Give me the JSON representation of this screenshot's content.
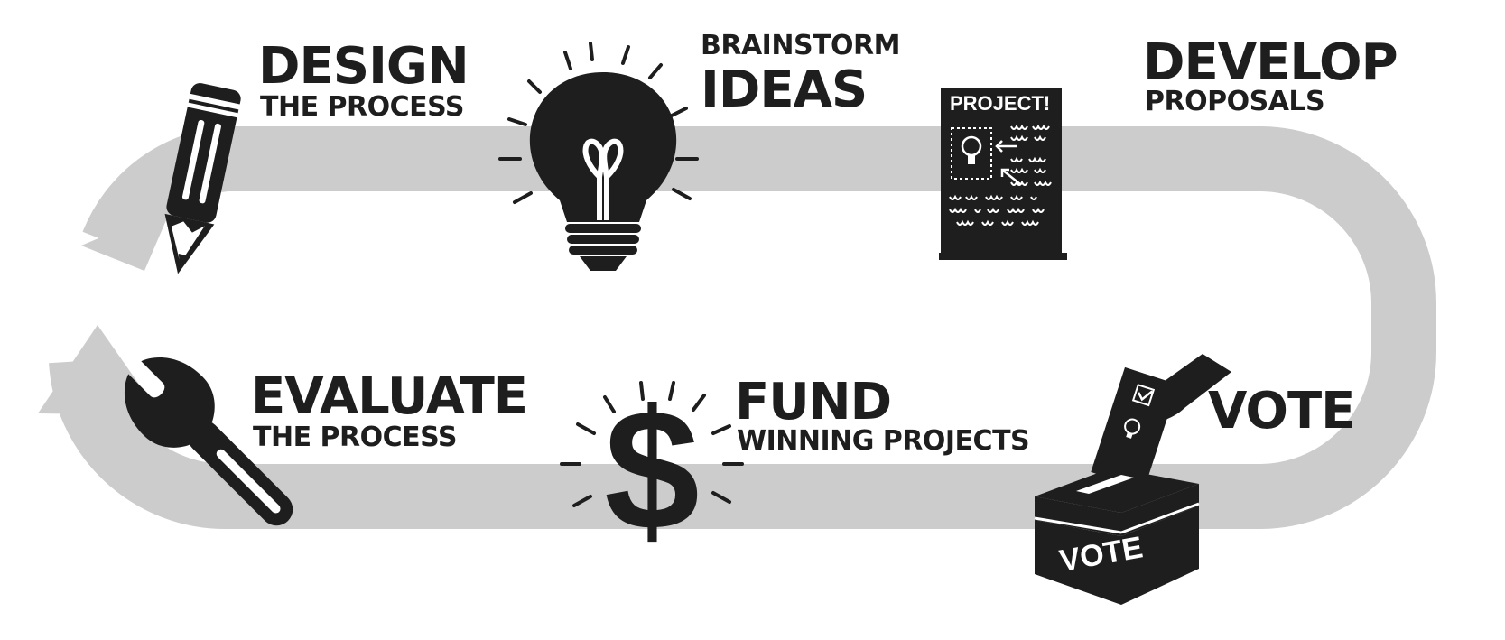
{
  "colors": {
    "loop": "#cccccc",
    "ink": "#1e1e1e",
    "paper": "#ffffff"
  },
  "steps": [
    {
      "id": "design",
      "title": "DESIGN",
      "subtitle": "THE PROCESS",
      "icon": "pencil-icon"
    },
    {
      "id": "brainstorm",
      "title": "IDEAS",
      "subtitle": "BRAINSTORM",
      "icon": "lightbulb-icon"
    },
    {
      "id": "develop",
      "title": "DEVELOP",
      "subtitle": "PROPOSALS",
      "icon": "proposal-board-icon"
    },
    {
      "id": "vote",
      "title": "VOTE",
      "subtitle": "",
      "icon": "ballot-box-icon"
    },
    {
      "id": "fund",
      "title": "FUND",
      "subtitle": "WINNING PROJECTS",
      "icon": "dollar-icon"
    },
    {
      "id": "evaluate",
      "title": "EVALUATE",
      "subtitle": "THE PROCESS",
      "icon": "wrench-icon"
    }
  ],
  "board": {
    "heading": "PROJECT!"
  },
  "ballot_box": {
    "label": "VOTE"
  }
}
